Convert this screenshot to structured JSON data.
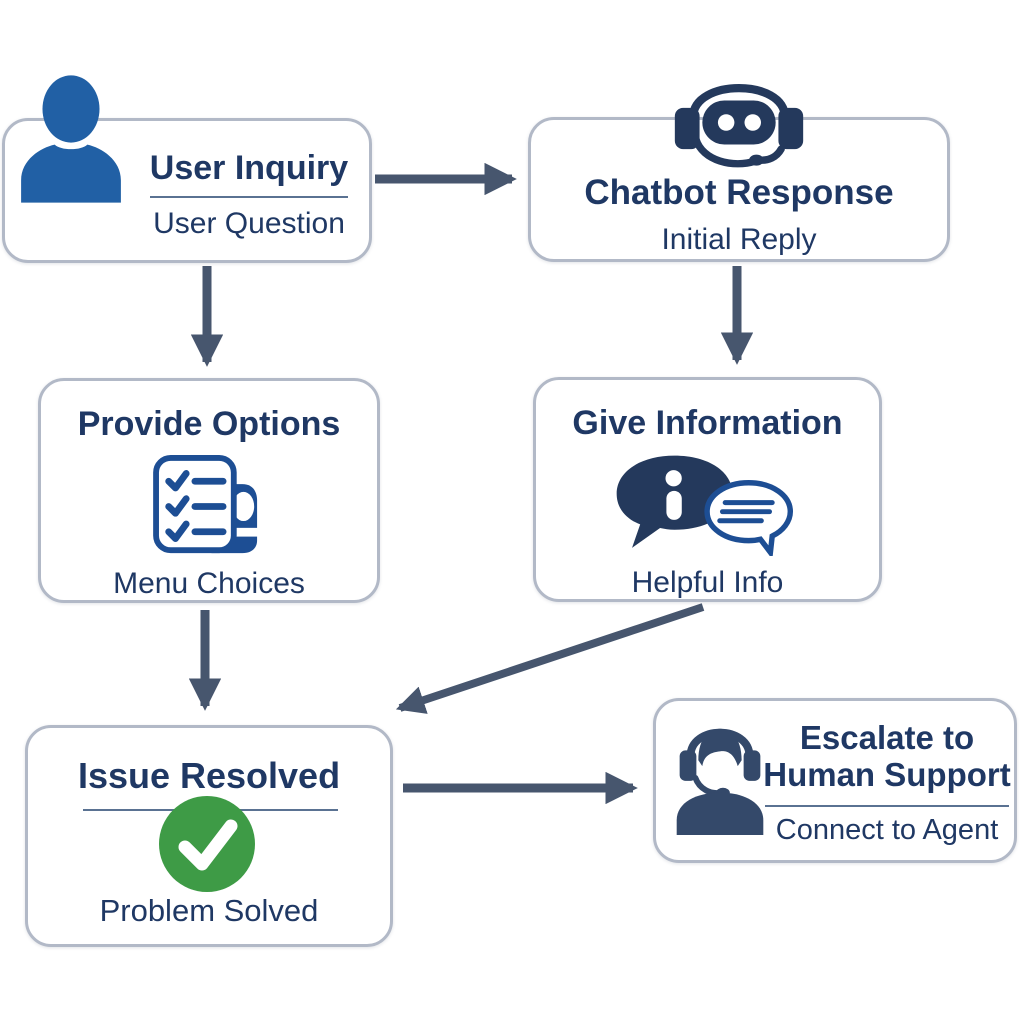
{
  "diagram": {
    "background": "#ffffff",
    "colors": {
      "title_text": "#1f3864",
      "box_border": "#b2b9c7",
      "arrow": "#47566e",
      "divider": "#5a7292",
      "icon_dark_navy": "#24395c",
      "icon_user_blue": "#2160a5",
      "icon_medium_blue": "#1d4e94",
      "success_green": "#3e9b46",
      "agent_navy": "#34496a"
    },
    "nodes": {
      "user_inquiry": {
        "title": "User Inquiry",
        "subtitle": "User Question",
        "icon": "user-icon"
      },
      "chatbot_response": {
        "title": "Chatbot Response",
        "subtitle": "Initial Reply",
        "icon": "chatbot-headset-icon"
      },
      "provide_options": {
        "title": "Provide Options",
        "subtitle": "Menu Choices",
        "icon": "checklist-icon"
      },
      "give_information": {
        "title": "Give Information",
        "subtitle": "Helpful Info",
        "icon": "info-speech-bubbles-icon"
      },
      "issue_resolved": {
        "title": "Issue Resolved",
        "subtitle": "Problem Solved",
        "icon": "check-circle-icon"
      },
      "escalate_human": {
        "title": "Escalate to Human Support",
        "subtitle": "Connect to Agent",
        "icon": "support-agent-icon"
      }
    },
    "edges": [
      {
        "from": "user_inquiry",
        "to": "chatbot_response"
      },
      {
        "from": "user_inquiry",
        "to": "provide_options"
      },
      {
        "from": "chatbot_response",
        "to": "give_information"
      },
      {
        "from": "provide_options",
        "to": "issue_resolved"
      },
      {
        "from": "give_information",
        "to": "issue_resolved"
      },
      {
        "from": "issue_resolved",
        "to": "escalate_human"
      }
    ]
  }
}
